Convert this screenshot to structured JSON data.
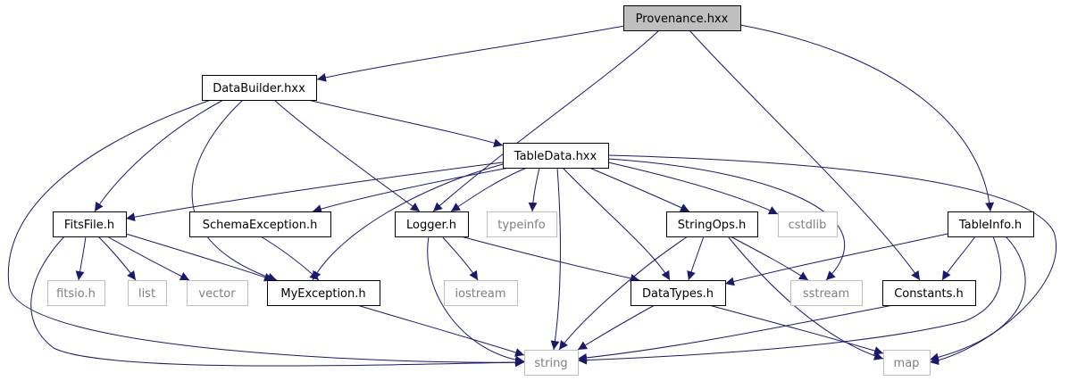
{
  "colors": {
    "edge": "#191970",
    "root_fill": "#bfbfbf",
    "node_border": "#000000",
    "external_border": "#bfbfbf",
    "external_text": "#7f7f7f"
  },
  "nodes": {
    "provenance": {
      "label": "Provenance.hxx",
      "kind": "root"
    },
    "databuilder": {
      "label": "DataBuilder.hxx",
      "kind": "main"
    },
    "tabledata": {
      "label": "TableData.hxx",
      "kind": "main"
    },
    "fitsfile": {
      "label": "FitsFile.h",
      "kind": "main"
    },
    "schemaexception": {
      "label": "SchemaException.h",
      "kind": "main"
    },
    "logger": {
      "label": "Logger.h",
      "kind": "main"
    },
    "typeinfo": {
      "label": "typeinfo",
      "kind": "ext"
    },
    "stringops": {
      "label": "StringOps.h",
      "kind": "main"
    },
    "cstdlib": {
      "label": "cstdlib",
      "kind": "ext"
    },
    "tableinfo": {
      "label": "TableInfo.h",
      "kind": "main"
    },
    "fitsio": {
      "label": "fitsio.h",
      "kind": "ext"
    },
    "list": {
      "label": "list",
      "kind": "ext"
    },
    "vector": {
      "label": "vector",
      "kind": "ext"
    },
    "myexception": {
      "label": "MyException.h",
      "kind": "main"
    },
    "iostream": {
      "label": "iostream",
      "kind": "ext"
    },
    "datatypes": {
      "label": "DataTypes.h",
      "kind": "main"
    },
    "sstream": {
      "label": "sstream",
      "kind": "ext"
    },
    "constants": {
      "label": "Constants.h",
      "kind": "main"
    },
    "string": {
      "label": "string",
      "kind": "ext"
    },
    "map": {
      "label": "map",
      "kind": "ext"
    }
  },
  "edges": [
    [
      "provenance",
      "databuilder"
    ],
    [
      "provenance",
      "logger"
    ],
    [
      "provenance",
      "constants"
    ],
    [
      "provenance",
      "tableinfo"
    ],
    [
      "databuilder",
      "string"
    ],
    [
      "databuilder",
      "fitsfile"
    ],
    [
      "databuilder",
      "myexception"
    ],
    [
      "databuilder",
      "logger"
    ],
    [
      "databuilder",
      "tabledata"
    ],
    [
      "tabledata",
      "fitsfile"
    ],
    [
      "tabledata",
      "schemaexception"
    ],
    [
      "tabledata",
      "myexception"
    ],
    [
      "tabledata",
      "logger"
    ],
    [
      "tabledata",
      "typeinfo"
    ],
    [
      "tabledata",
      "string"
    ],
    [
      "tabledata",
      "datatypes"
    ],
    [
      "tabledata",
      "stringops"
    ],
    [
      "tabledata",
      "cstdlib"
    ],
    [
      "tabledata",
      "sstream"
    ],
    [
      "tabledata",
      "map"
    ],
    [
      "fitsfile",
      "fitsio"
    ],
    [
      "fitsfile",
      "list"
    ],
    [
      "fitsfile",
      "vector"
    ],
    [
      "fitsfile",
      "myexception"
    ],
    [
      "fitsfile",
      "string"
    ],
    [
      "schemaexception",
      "myexception"
    ],
    [
      "logger",
      "iostream"
    ],
    [
      "logger",
      "datatypes"
    ],
    [
      "logger",
      "string"
    ],
    [
      "myexception",
      "string"
    ],
    [
      "stringops",
      "datatypes"
    ],
    [
      "stringops",
      "sstream"
    ],
    [
      "stringops",
      "string"
    ],
    [
      "stringops",
      "map"
    ],
    [
      "tableinfo",
      "datatypes"
    ],
    [
      "tableinfo",
      "constants"
    ],
    [
      "tableinfo",
      "string"
    ],
    [
      "tableinfo",
      "map"
    ],
    [
      "datatypes",
      "string"
    ],
    [
      "datatypes",
      "map"
    ],
    [
      "constants",
      "string"
    ]
  ]
}
